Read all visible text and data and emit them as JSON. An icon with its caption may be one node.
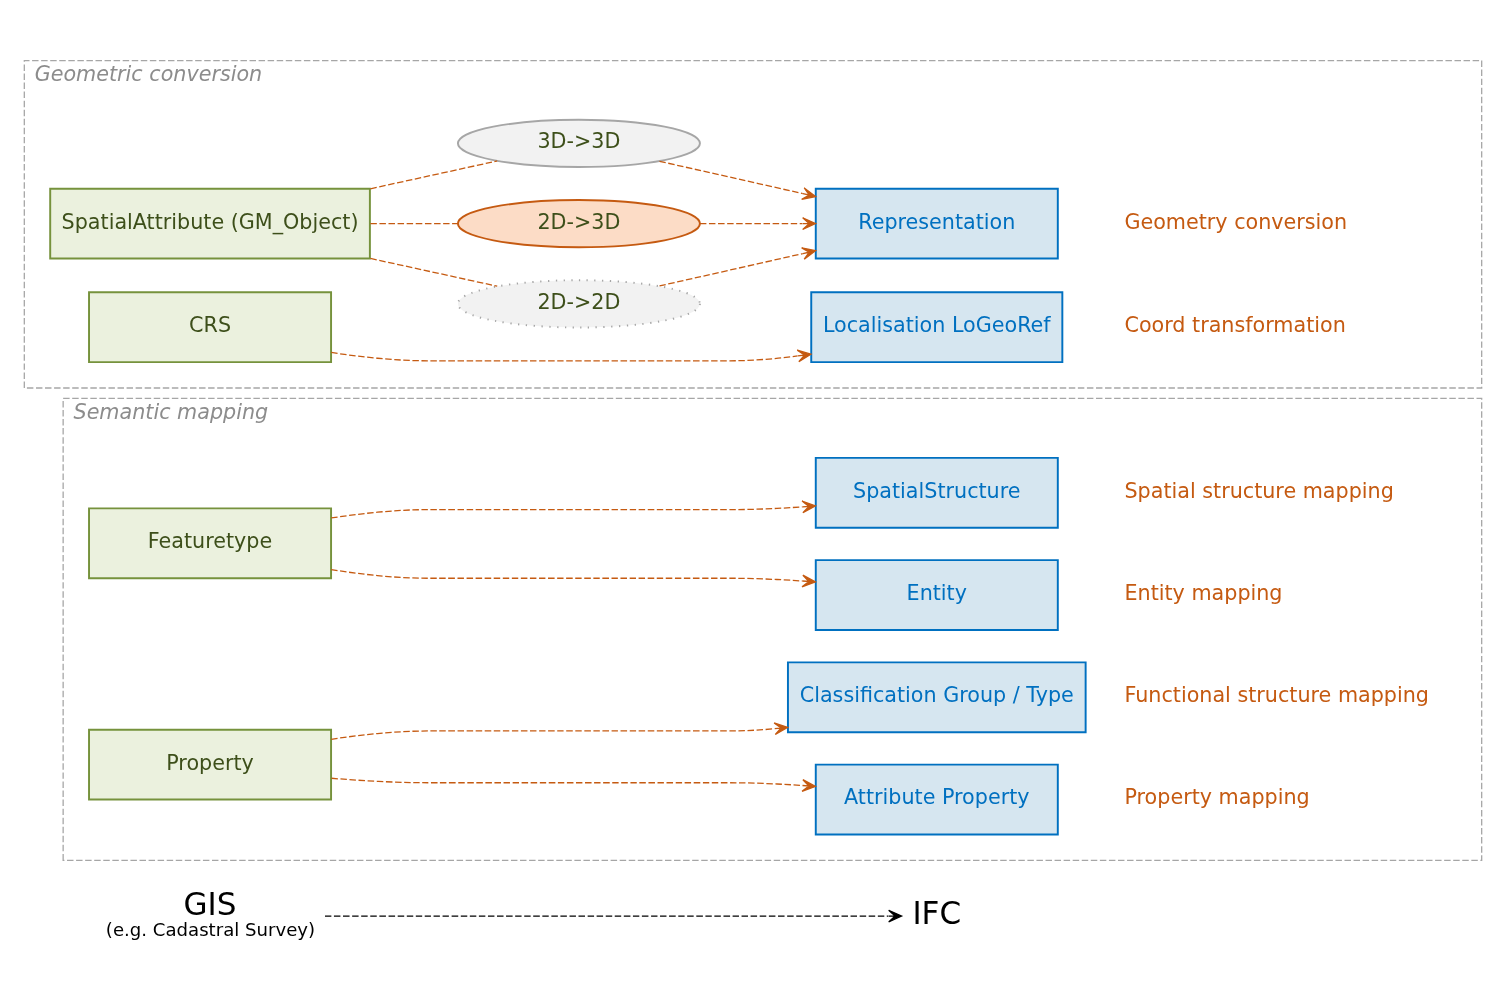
{
  "diagram": {
    "nodes": [
      {
        "text": [
          "GIS"
        ],
        "beside": [
          "(e.g. Cadastral Survey)"
        ]
      },
      {
        "text": [
          "IFC"
        ]
      },
      {
        "text": [
          "Semantic mapping"
        ]
      },
      {
        "text": [
          "Featuretype"
        ],
        "in": 2
      },
      {
        "text": [
          "Entity"
        ],
        "in": 2,
        "beside": [
          "Entity mapping"
        ]
      },
      {
        "text": [
          "SpatialStructure"
        ],
        "in": 2,
        "beside": [
          "Spatial structure mapping"
        ]
      },
      {
        "text": [
          "Property"
        ],
        "in": 2
      },
      {
        "text": [
          "Attribute Property"
        ],
        "in": 2,
        "beside": [
          "Property mapping"
        ]
      },
      {
        "text": [
          "Classification Group / Type"
        ],
        "in": 2,
        "beside": [
          "Functional structure mapping"
        ]
      },
      {
        "text": [
          "Geometric conversion"
        ]
      },
      {
        "text": [
          "SpatialAttribute (GM_Object)"
        ],
        "in": 9
      },
      {
        "text": [
          "2D->2D"
        ],
        "in": 9
      },
      {
        "text": [
          "2D->3D"
        ],
        "in": 9
      },
      {
        "text": [
          "3D->3D"
        ],
        "in": 9
      },
      {
        "text": [
          "Representation"
        ],
        "in": 9,
        "beside": [
          "Geometry conversion"
        ]
      },
      {
        "text": [
          "CRS"
        ],
        "in": 9
      },
      {
        "text": [
          "Localisation LoGeoRef"
        ],
        "in": 9,
        "beside": [
          "Coord transformation"
        ]
      }
    ],
    "edges": [
      {
        "from": 0,
        "to": 1,
        "arrow": "to",
        "style": "dashed",
        "color": "#000000"
      },
      {
        "from": 3,
        "to": 4,
        "arrow": "to",
        "style": "dashed"
      },
      {
        "from": 3,
        "to": 5,
        "arrow": "to",
        "style": "dashed"
      },
      {
        "from": 6,
        "to": 7,
        "arrow": "to",
        "style": "dashed"
      },
      {
        "from": 6,
        "to": 8,
        "arrow": "to",
        "style": "dashed"
      },
      {
        "from": 10,
        "to": 11,
        "arrow": "none",
        "style": "dashed"
      },
      {
        "from": 10,
        "to": 12,
        "arrow": "none",
        "style": "dashed"
      },
      {
        "from": 10,
        "to": 13,
        "arrow": "none",
        "style": "dashed"
      },
      {
        "from": 11,
        "to": 14,
        "arrow": "to",
        "style": "dashed"
      },
      {
        "from": 12,
        "to": 14,
        "arrow": "to",
        "style": "dashed"
      },
      {
        "from": 13,
        "to": 14,
        "arrow": "to",
        "style": "dashed"
      },
      {
        "from": 15,
        "to": 16,
        "arrow": "to",
        "style": "dashed"
      }
    ]
  }
}
